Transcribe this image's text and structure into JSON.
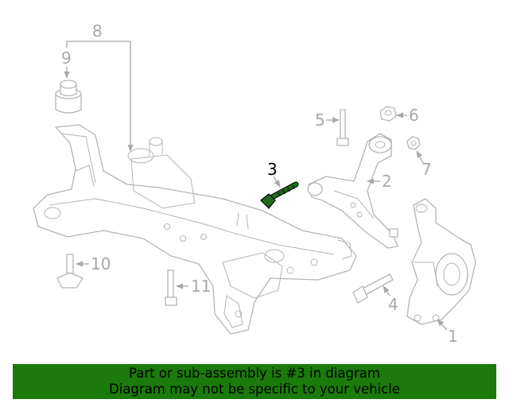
{
  "diagram": {
    "labels": {
      "l1": "1",
      "l2": "2",
      "l3": "3",
      "l4": "4",
      "l5": "5",
      "l6": "6",
      "l7": "7",
      "l8": "8",
      "l9": "9",
      "l10": "10",
      "l11": "11"
    },
    "highlight_label": "3",
    "highlight_color": "#1f6b1a",
    "line_color": "#b4b4b4"
  },
  "banner": {
    "line1": "Part or sub-assembly is #3 in diagram",
    "line2": "Diagram may not be specific to your vehicle",
    "background": "#1b7a0a"
  }
}
